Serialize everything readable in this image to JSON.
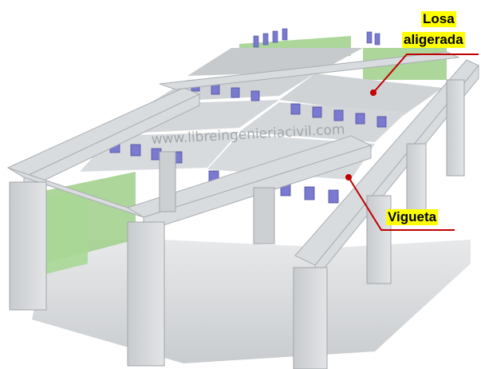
{
  "labels": {
    "losa_line1": "Losa",
    "losa_line2": "aligerada",
    "vigueta": "Vigueta"
  },
  "watermark": "www.libreingenieriacivil.com",
  "colors": {
    "leader": "#c00000",
    "highlight": "#ffff00",
    "concrete": "#d4d7da",
    "beam_side": "#b9bdc1",
    "infill": "#9fcf8a",
    "joist": "#7a7bd0",
    "ground": "#c9ccd0"
  }
}
